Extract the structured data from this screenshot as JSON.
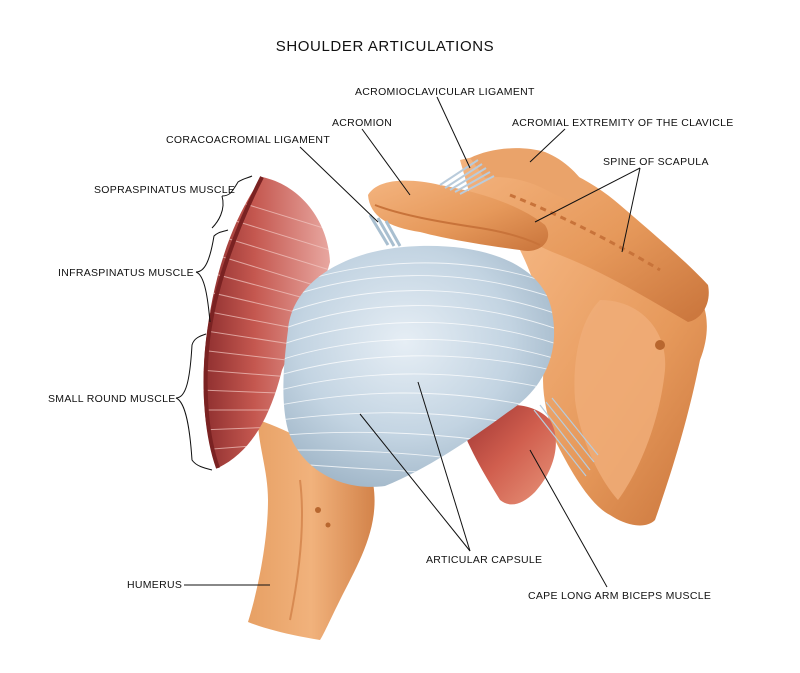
{
  "title": "SHOULDER ARTICULATIONS",
  "labels": {
    "acromioclavicular": "ACROMIOCLAVICULAR LIGAMENT",
    "acromion": "ACROMION",
    "acromial_extremity": "ACROMIAL EXTREMITY OF THE CLAVICLE",
    "coracoacromial": "CORACOACROMIAL LIGAMENT",
    "spine_scapula": "SPINE OF SCAPULA",
    "sopraspinatus": "SOPRASPINATUS MUSCLE",
    "infraspinatus": "INFRASPINATUS MUSCLE",
    "small_round": "SMALL ROUND MUSCLE",
    "articular_capsule": "ARTICULAR CAPSULE",
    "humerus": "HUMERUS",
    "biceps": "CAPE LONG ARM BICEPS MUSCLE"
  },
  "colors": {
    "bone": "#e59a5c",
    "bone_dark": "#c8733a",
    "bone_light": "#f2b37f",
    "capsule": "#c6d6e3",
    "capsule_line": "#ffffff",
    "muscle": "#c4574f",
    "muscle_dark": "#8e2f2f",
    "label_line": "#111111"
  }
}
